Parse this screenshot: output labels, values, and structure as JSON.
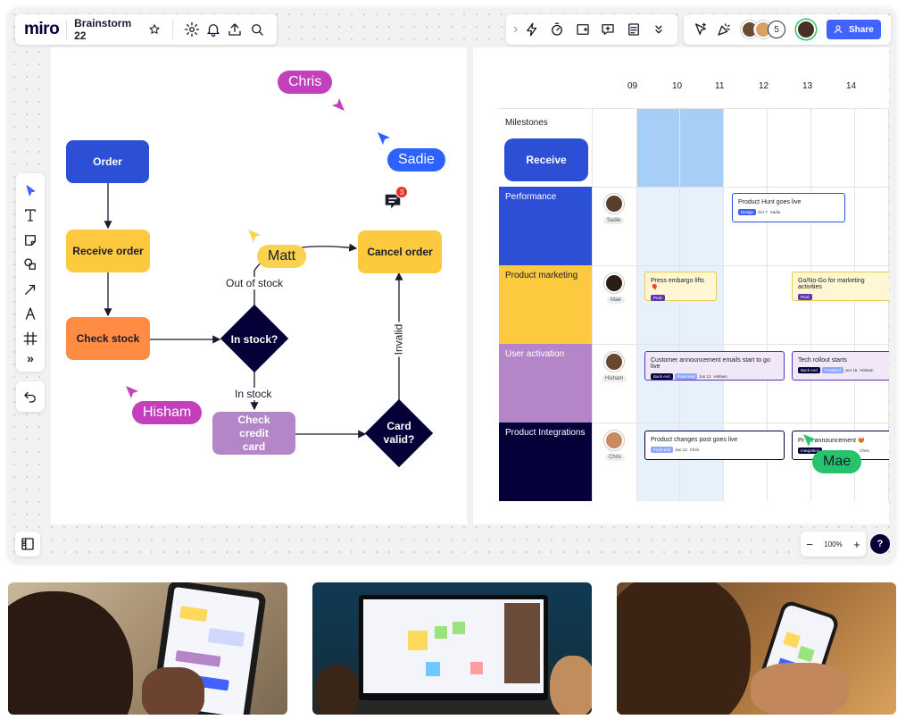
{
  "topbar": {
    "logo": "miro",
    "board_title": "Brainstorm 22",
    "share_label": "Share",
    "collaborator_count": "5",
    "expand_glyph": "›"
  },
  "left_toolbar": {
    "more_glyph": "»"
  },
  "zoom": {
    "minus": "−",
    "level": "100%",
    "plus": "+",
    "help": "?"
  },
  "flowchart": {
    "order": "Order",
    "receive_order": "Receive order",
    "check_stock": "Check stock",
    "in_stock_q": "In stock?",
    "cancel_order": "Cancel order",
    "check_credit_card": "Check credit card",
    "card_valid": "Card valid?",
    "out_of_stock": "Out of stock",
    "in_stock": "In stock",
    "invalid": "Invalid",
    "comment_count": "3"
  },
  "cursors": {
    "chris": "Chris",
    "sadie": "Sadie",
    "matt": "Matt",
    "hisham": "Hisham",
    "mae": "Mae"
  },
  "timeline": {
    "columns": [
      "09",
      "10",
      "11",
      "12",
      "13",
      "14"
    ],
    "milestones_label": "Milestones",
    "receive_label": "Receive",
    "rows": [
      {
        "label": "Performance",
        "avatar_name": "Sadie",
        "color": "#2d4fd6"
      },
      {
        "label": "Product marketing",
        "avatar_name": "Mae",
        "color": "#fdc93f"
      },
      {
        "label": "User activation",
        "avatar_name": "Hisham",
        "color": "#b486c7"
      },
      {
        "label": "Product Integrations",
        "avatar_name": "Chris",
        "color": "#050038"
      }
    ],
    "cards": {
      "c1": {
        "title": "Product Hunt goes live",
        "tag": "Design",
        "date": "Oct 7",
        "person": "Sadie"
      },
      "c2": {
        "title": "Press embargo lifts 🎈",
        "tag": "Prod"
      },
      "c3": {
        "title": "Go/No-Go for marketing activities",
        "tag": "Prod"
      },
      "c4": {
        "title": "Customer announcement emails start to go live",
        "tag1": "Back end",
        "tag2": "Front end",
        "date": "Jun 12",
        "person": "Hisham"
      },
      "c5": {
        "title": "Tech rollout starts",
        "tag1": "Back end",
        "tag2": "Frontend",
        "date": "Jun 16",
        "person": "Hisham"
      },
      "c6": {
        "title": "Product changes post goes live",
        "tag": "Front end",
        "date": "Jun 12",
        "person": "Chris"
      },
      "c7": {
        "title": "Pr    t announcement 😻",
        "tag": "Integration",
        "person": "Chris"
      }
    }
  },
  "colors": {
    "miro_blue": "#4262ff",
    "navy": "#050038",
    "order_blue": "#2d4fd6",
    "yellow": "#fdc93f",
    "orange": "#ff8c42",
    "purple": "#b486c7",
    "chris_pink": "#c33fbc",
    "sadie_blue": "#2d62ff",
    "matt_yellow": "#fbd24e",
    "mae_green": "#27c26c"
  }
}
